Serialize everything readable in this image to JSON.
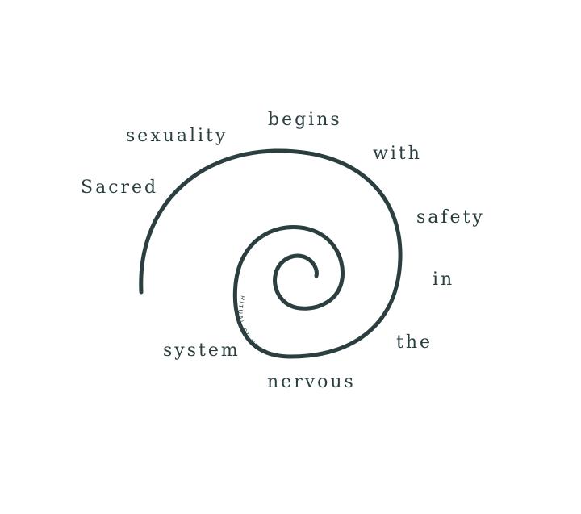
{
  "quote": {
    "words": [
      "Sacred",
      "sexuality",
      "begins",
      "with",
      "safety",
      "in",
      "the",
      "nervous",
      "system"
    ]
  },
  "brand": {
    "text": "RITUAL OF HEART"
  },
  "colors": {
    "ink": "#2b3f41",
    "background": "#ffffff"
  },
  "icons": {
    "spiral": "spiral-icon"
  }
}
